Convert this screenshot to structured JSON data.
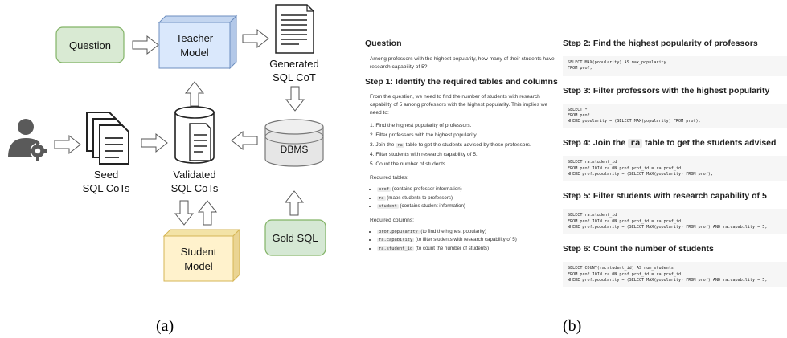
{
  "panel_a": {
    "question": "Question",
    "teacher_line1": "Teacher",
    "teacher_line2": "Model",
    "generated_line1": "Generated",
    "generated_line2": "SQL CoT",
    "seed_line1": "Seed",
    "seed_line2": "SQL CoTs",
    "validated_line1": "Validated",
    "validated_line2": "SQL CoTs",
    "dbms": "DBMS",
    "student_line1": "Student",
    "student_line2": "Model",
    "gold_sql": "Gold SQL",
    "caption": "(a)",
    "colors": {
      "question_fill": "#d9ead3",
      "question_stroke": "#82b366",
      "teacher_fill": "#dae8fc",
      "teacher_stroke": "#6c8ebf",
      "student_fill": "#fff2cc",
      "student_stroke": "#d6b656",
      "gold_fill": "#d5e8d4",
      "gold_stroke": "#82b366",
      "dbms_fill": "#e6e6e6"
    }
  },
  "panel_b": {
    "question_heading": "Question",
    "question_text": "Among professors with the highest popularity, how many of their students have research capability of 5?",
    "step1": {
      "heading": "Step 1: Identify the required tables and columns",
      "intro": "From the question, we need to find the number of students with research capability of 5 among professors with the highest popularity. This implies we need to:",
      "items": [
        "1. Find the highest popularity of professors.",
        "2. Filter professors with the highest popularity."
      ],
      "item3_pre": "3. Join the",
      "item3_code": "ra",
      "item3_post": "table to get the students advised by these professors.",
      "items_b": [
        "4. Filter students with research capability of 5.",
        "5. Count the number of students."
      ],
      "tables_label": "Required tables:",
      "tables": [
        {
          "code": "prof",
          "desc": "(contains professor information)"
        },
        {
          "code": "ra",
          "desc": "(maps students to professors)"
        },
        {
          "code": "student",
          "desc": "(contains student information)"
        }
      ],
      "columns_label": "Required columns:",
      "columns": [
        {
          "code": "prof.popularity",
          "desc": "(to find the highest popularity)"
        },
        {
          "code": "ra.capability",
          "desc": "(to filter students with research capability of 5)"
        },
        {
          "code": "ra.student_id",
          "desc": "(to count the number of students)"
        }
      ]
    },
    "step2": {
      "heading": "Step 2: Find the highest popularity of professors",
      "code": "SELECT MAX(popularity) AS max_popularity\nFROM prof;"
    },
    "step3": {
      "heading": "Step 3: Filter professors with the highest popularity",
      "code": "SELECT *\nFROM prof\nWHERE popularity = (SELECT MAX(popularity) FROM prof);"
    },
    "step4": {
      "heading_pre": "Step 4: Join the",
      "heading_code": "ra",
      "heading_post": "table to get the students advised",
      "code": "SELECT ra.student_id\nFROM prof JOIN ra ON prof.prof_id = ra.prof_id\nWHERE prof.popularity = (SELECT MAX(popularity) FROM prof);"
    },
    "step5": {
      "heading": "Step 5: Filter students with research capability of 5",
      "code": "SELECT ra.student_id\nFROM prof JOIN ra ON prof.prof_id = ra.prof_id\nWHERE prof.popularity = (SELECT MAX(popularity) FROM prof) AND ra.capability = 5;"
    },
    "step6": {
      "heading": "Step 6: Count the number of students",
      "code": "SELECT COUNT(ra.student_id) AS num_students\nFROM prof JOIN ra ON prof.prof_id = ra.prof_id\nWHERE prof.popularity = (SELECT MAX(popularity) FROM prof) AND ra.capability = 5;"
    },
    "caption": "(b)"
  }
}
